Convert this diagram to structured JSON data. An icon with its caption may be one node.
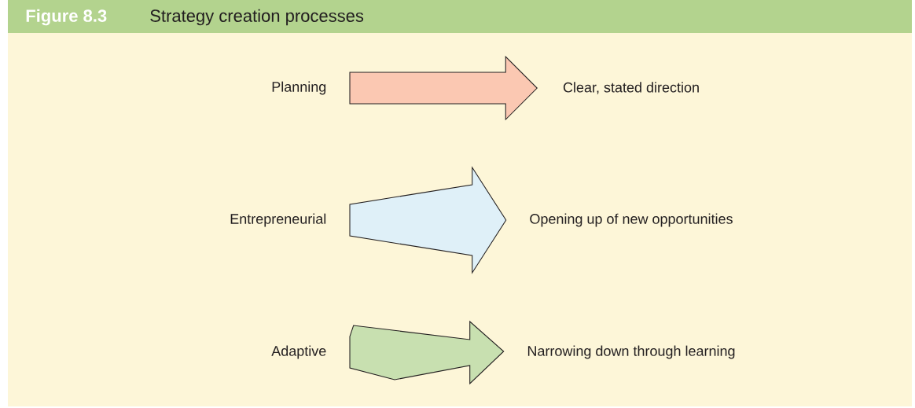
{
  "diagram": {
    "title": "Strategy creation processes",
    "nodes": [
      {
        "text": [
          "Planning"
        ]
      },
      {
        "text": [
          "Clear, stated direction"
        ]
      },
      {
        "text": [
          "Entrepreneurial"
        ]
      },
      {
        "text": [
          "Opening up of new opportunities"
        ]
      },
      {
        "text": [
          "Adaptive"
        ]
      },
      {
        "text": [
          "Narrowing down through learning"
        ]
      }
    ],
    "edges": [
      {
        "from": 0,
        "to": 1,
        "arrow": "to",
        "color": "#fbc8b2"
      },
      {
        "from": 2,
        "to": 3,
        "arrow": "to",
        "color": "#dff0f8"
      },
      {
        "from": 4,
        "to": 5,
        "arrow": "to",
        "color": "#c8e0b0"
      }
    ],
    "labels": [
      "Figure 8.3"
    ]
  }
}
